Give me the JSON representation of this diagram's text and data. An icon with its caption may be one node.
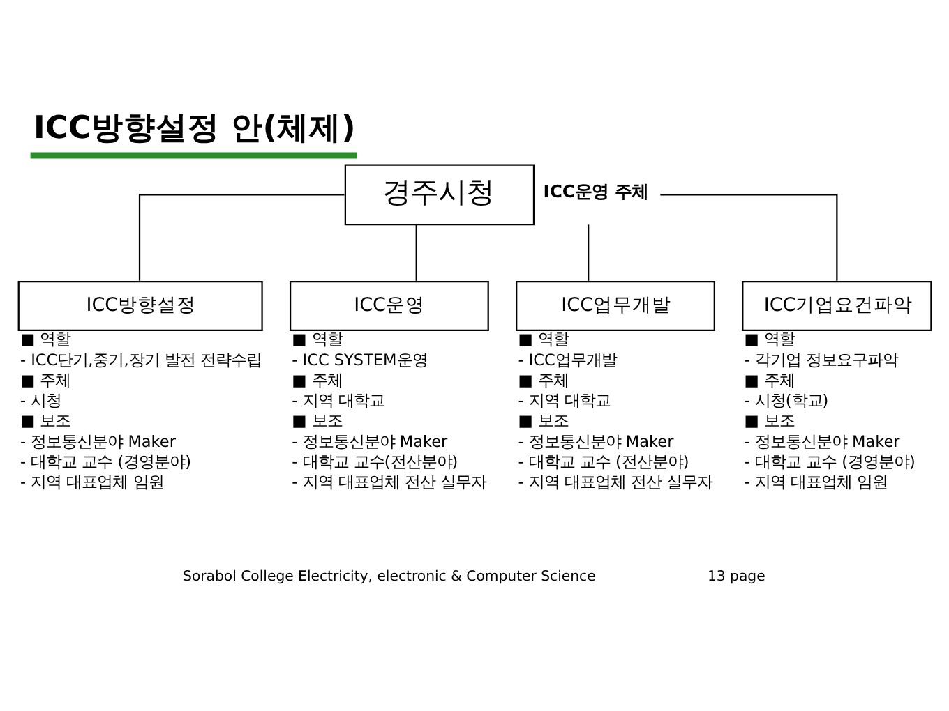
{
  "diagram": {
    "title": "ICC방향설정 안(체제)",
    "nodes": [
      {
        "text": [
          "경주시청"
        ],
        "beside": [
          "ICC운영 주체"
        ]
      },
      {
        "text": [
          "ICC방향설정"
        ],
        "beside": [
          "■ 역할",
          "- ICC단기,중기,장기 발전 전략수립",
          "■ 주체",
          "- 시청",
          "■ 보조",
          "- 정보통신분야 Maker",
          "- 대학교 교수 (경영분야)",
          "- 지역 대표업체 임원"
        ]
      },
      {
        "text": [
          "ICC운영"
        ],
        "beside": [
          "■ 역할",
          "- ICC SYSTEM운영",
          "■ 주체",
          "- 지역 대학교",
          "■ 보조",
          "- 정보통신분야 Maker",
          "- 대학교 교수(전산분야)",
          "- 지역 대표업체 전산 실무자"
        ]
      },
      {
        "text": [
          "ICC업무개발"
        ],
        "beside": [
          "■ 역할",
          "- ICC업무개발",
          "■ 주체",
          "- 지역 대학교",
          "■ 보조",
          "- 정보통신분야 Maker",
          "- 대학교 교수 (전산분야)",
          "- 지역 대표업체 전산 실무자"
        ]
      },
      {
        "text": [
          "ICC기업요건파악"
        ],
        "beside": [
          "■ 역할",
          "- 각기업 정보요구파악",
          "■ 주체",
          "- 시청(학교)",
          "■ 보조",
          "- 정보통신분야 Maker",
          "- 대학교 교수 (경영분야)",
          "- 지역 대표업체 임원"
        ]
      }
    ],
    "edges": [
      {
        "from": 0,
        "to": 1,
        "arrow": "none"
      },
      {
        "from": 0,
        "to": 2,
        "arrow": "none"
      },
      {
        "from": 0,
        "to": 3,
        "arrow": "none"
      },
      {
        "from": 0,
        "to": 4,
        "arrow": "none"
      }
    ],
    "labels": [
      "Sorabol College Electricity, electronic & Computer Science",
      "13 page"
    ]
  }
}
